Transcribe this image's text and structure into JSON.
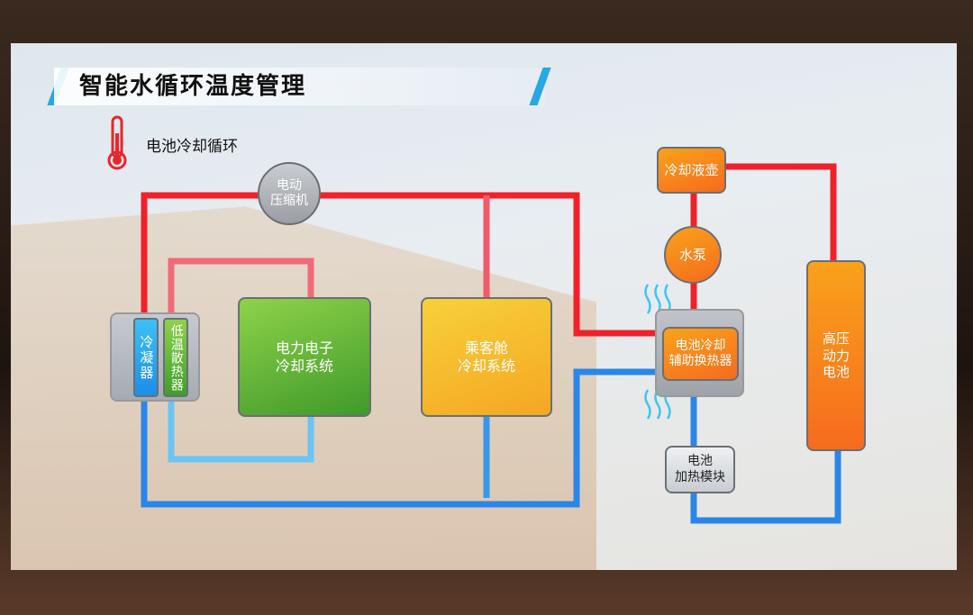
{
  "title": "智能水循环温度管理",
  "subtitle": "电池冷却循环",
  "nodes": {
    "compressor": "电动\n压缩机",
    "condenser": "冷凝器",
    "radiator": "低温散热器",
    "power_electronics": "电力电子\n冷却系统",
    "cabin": "乘客舱\n冷却系统",
    "coolant_tank": "冷却液壶",
    "pump": "水泵",
    "chiller": "电池冷却\n辅助换热器",
    "battery": "高压\n动力\n电池",
    "heater": "电池\n加热模块"
  },
  "colors": {
    "hot": "#f0212a",
    "cold": "#2a86e8",
    "accent": "#27a7e3"
  }
}
